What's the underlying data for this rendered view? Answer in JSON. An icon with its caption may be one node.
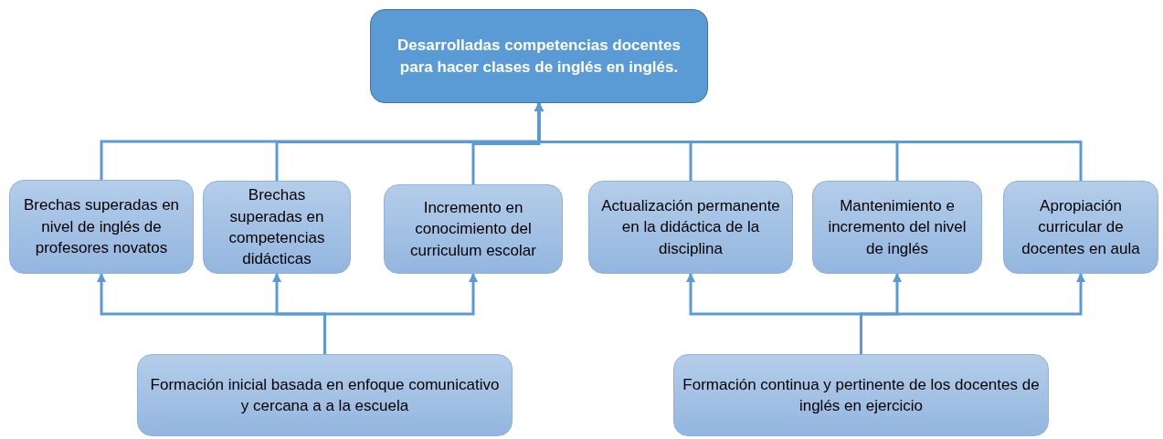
{
  "diagram": {
    "nodes": [
      {
        "text": [
          "Desarrolladas competencias docentes para hacer clases de inglés  en inglés."
        ]
      },
      {
        "text": [
          "Brechas superadas en nivel de inglés de profesores novatos"
        ]
      },
      {
        "text": [
          "Brechas superadas en competencias didácticas"
        ]
      },
      {
        "text": [
          "Incremento en conocimiento del curriculum escolar"
        ]
      },
      {
        "text": [
          "Actualización permanente en la didáctica de la disciplina"
        ]
      },
      {
        "text": [
          "Mantenimiento e incremento del nivel de inglés"
        ]
      },
      {
        "text": [
          "Apropiación curricular de docentes en aula"
        ]
      },
      {
        "text": [
          "Formación inicial basada en enfoque comunicativo y cercana a a la escuela"
        ]
      },
      {
        "text": [
          "Formación continua y pertinente de los docentes de inglés en ejercicio"
        ]
      }
    ],
    "edges": [
      {
        "from": 1,
        "to": 0,
        "arrow": "to"
      },
      {
        "from": 2,
        "to": 0,
        "arrow": "to"
      },
      {
        "from": 3,
        "to": 0,
        "arrow": "to"
      },
      {
        "from": 4,
        "to": 0,
        "arrow": "to"
      },
      {
        "from": 5,
        "to": 0,
        "arrow": "to"
      },
      {
        "from": 6,
        "to": 0,
        "arrow": "to"
      },
      {
        "from": 7,
        "to": 1,
        "arrow": "to"
      },
      {
        "from": 7,
        "to": 2,
        "arrow": "to"
      },
      {
        "from": 7,
        "to": 3,
        "arrow": "to"
      },
      {
        "from": 8,
        "to": 4,
        "arrow": "to"
      },
      {
        "from": 8,
        "to": 5,
        "arrow": "to"
      },
      {
        "from": 8,
        "to": 6,
        "arrow": "to"
      }
    ]
  }
}
